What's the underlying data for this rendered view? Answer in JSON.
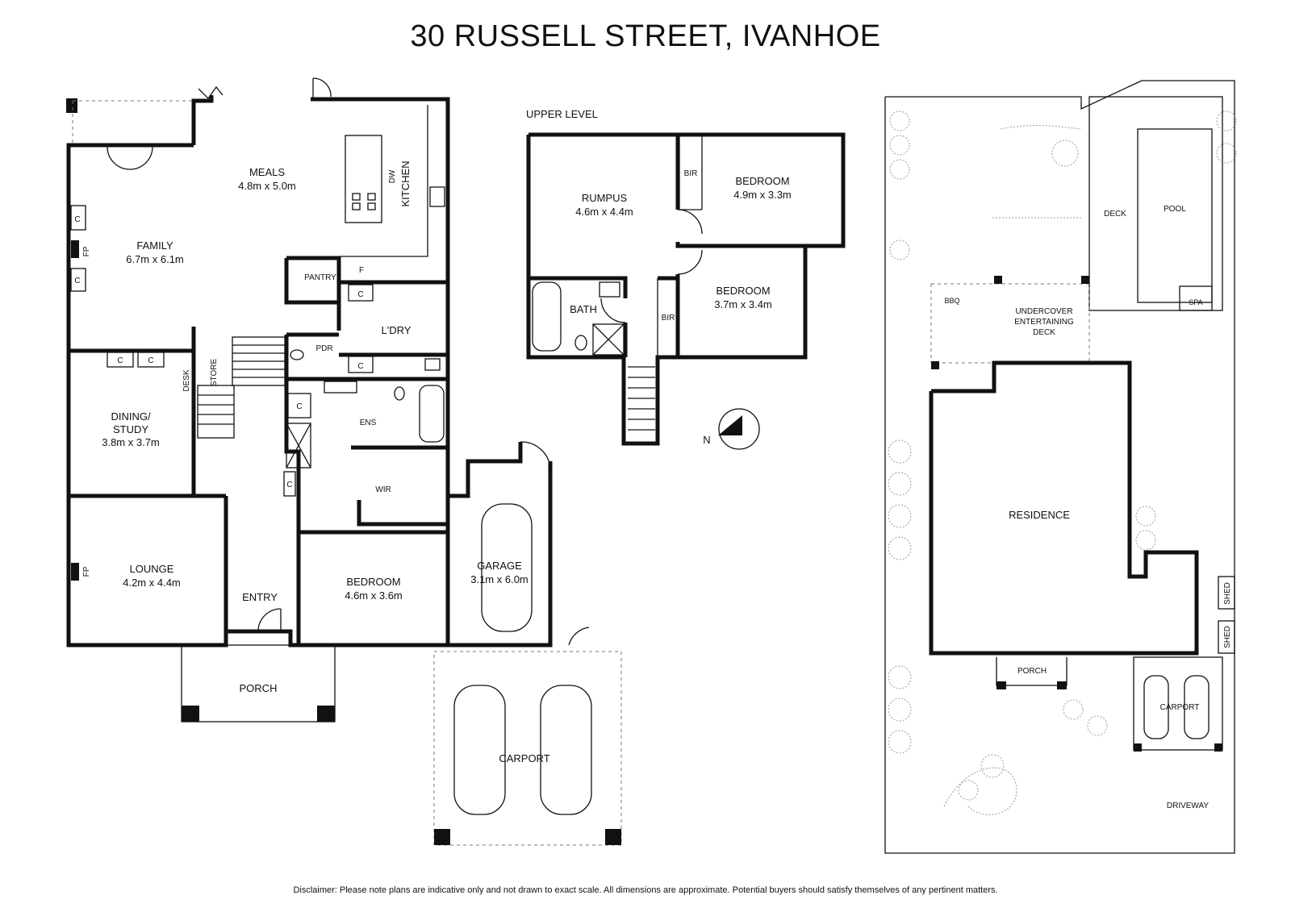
{
  "title": "30 RUSSELL STREET, IVANHOE",
  "disclaimer": "Disclaimer: Please note plans are indicative only and not drawn to exact scale. All dimensions are approximate. Potential buyers should satisfy themselves of any pertinent matters.",
  "ground": {
    "meals": {
      "name": "MEALS",
      "size": "4.8m x 5.0m"
    },
    "kitchen": "KITCHEN",
    "dw": "DW",
    "family": {
      "name": "FAMILY",
      "size": "6.7m x 6.1m"
    },
    "pantry": "PANTRY",
    "f": "F",
    "c": "C",
    "fp": "FP",
    "laundry": "L'DRY",
    "pdr": "PDR",
    "desk": "DESK",
    "store": "STORE",
    "dining": {
      "name1": "DINING/",
      "name2": "STUDY",
      "size": "3.8m x 3.7m"
    },
    "ens": "ENS",
    "wir": "WIR",
    "lounge": {
      "name": "LOUNGE",
      "size": "4.2m x 4.4m"
    },
    "entry": "ENTRY",
    "bedroom": {
      "name": "BEDROOM",
      "size": "4.6m x 3.6m"
    },
    "garage": {
      "name": "GARAGE",
      "size": "3.1m x 6.0m"
    },
    "porch": "PORCH",
    "carport": "CARPORT"
  },
  "upper": {
    "label": "UPPER LEVEL",
    "rumpus": {
      "name": "RUMPUS",
      "size": "4.6m x 4.4m"
    },
    "bir": "BIR",
    "bedroom1": {
      "name": "BEDROOM",
      "size": "4.9m x 3.3m"
    },
    "bedroom2": {
      "name": "BEDROOM",
      "size": "3.7m x 3.4m"
    },
    "bath": "BATH"
  },
  "compass": "N",
  "site": {
    "deck": "DECK",
    "pool": "POOL",
    "spa": "SPA",
    "bbq": "BBQ",
    "undercover1": "UNDERCOVER",
    "undercover2": "ENTERTAINING",
    "undercover3": "DECK",
    "residence": "RESIDENCE",
    "shed": "SHED",
    "porch": "PORCH",
    "carport": "CARPORT",
    "driveway": "DRIVEWAY"
  }
}
